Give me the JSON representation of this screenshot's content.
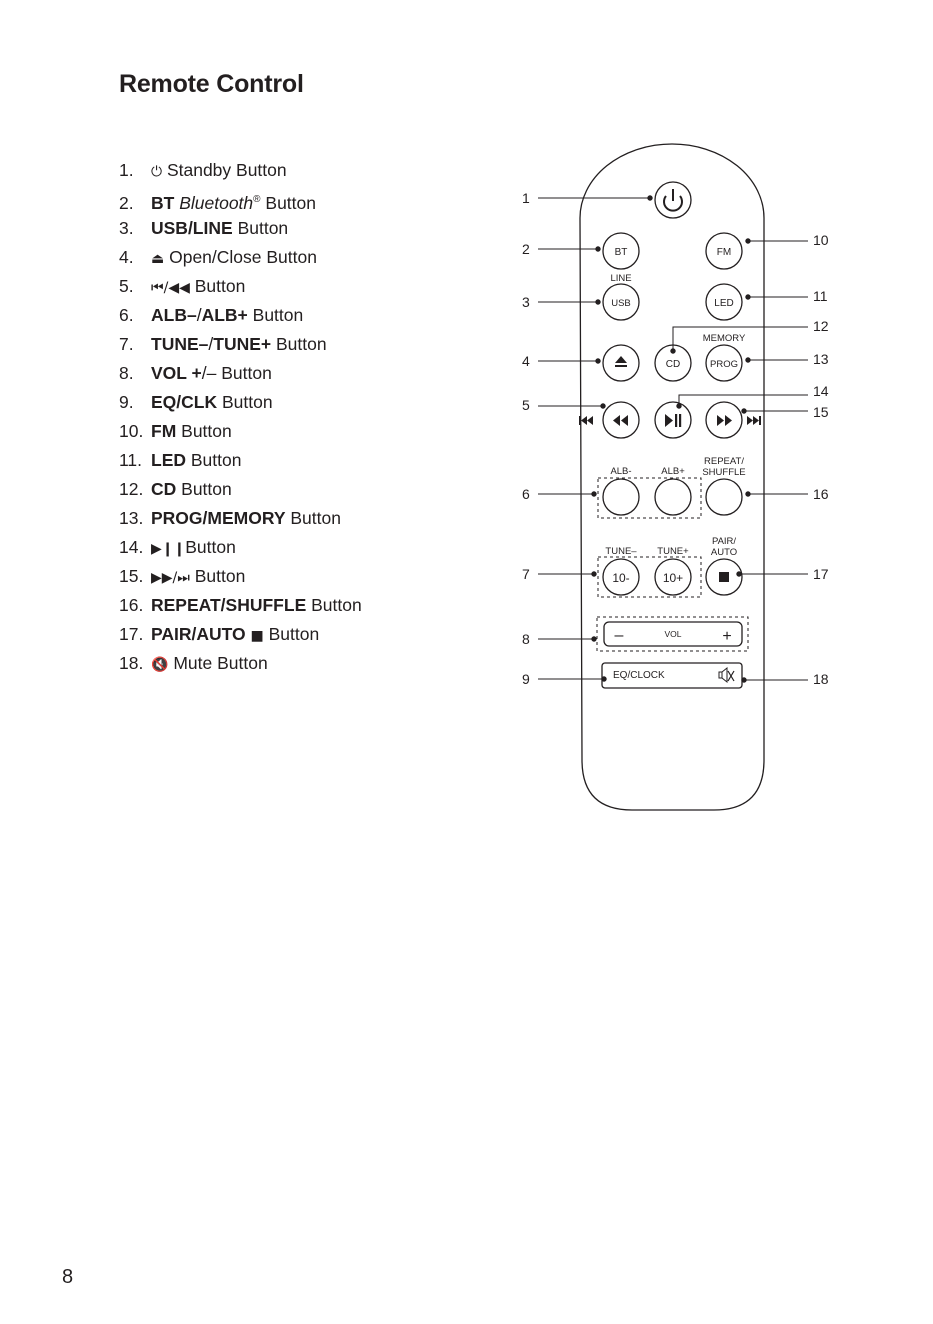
{
  "page": {
    "title": "Remote Control",
    "page_number": "8"
  },
  "legend": [
    {
      "num": "1.",
      "icon": "power-icon",
      "bold": "",
      "italic": "",
      "text": "Standby Button"
    },
    {
      "num": "2.",
      "icon": "",
      "bold": "BT",
      "italic": "Bluetooth",
      "sup": "®",
      "text": "Button"
    },
    {
      "num": "3.",
      "icon": "",
      "bold": "USB/LINE",
      "text": "Button"
    },
    {
      "num": "4.",
      "icon": "eject-icon",
      "bold": "",
      "text": "Open/Close Button"
    },
    {
      "num": "5.",
      "icon": "skip-back-rewind-icon",
      "bold": "",
      "text": "Button"
    },
    {
      "num": "6.",
      "icon": "",
      "bold_a": "ALB–",
      "sep": "/",
      "bold_b": "ALB+",
      "text": "Button"
    },
    {
      "num": "7.",
      "icon": "",
      "bold_a": "TUNE–",
      "sep": "/",
      "bold_b": "TUNE+",
      "text": "Button"
    },
    {
      "num": "8.",
      "icon": "",
      "bold": "VOL +",
      "plain": "/– Button"
    },
    {
      "num": "9.",
      "icon": "",
      "bold": "EQ/CLK",
      "text": "Button"
    },
    {
      "num": "10.",
      "icon": "",
      "bold": "FM",
      "text": "Button"
    },
    {
      "num": "11.",
      "icon": "",
      "bold": "LED",
      "text": "Button"
    },
    {
      "num": "12.",
      "icon": "",
      "bold": "CD",
      "text": "Button"
    },
    {
      "num": "13.",
      "icon": "",
      "bold": "PROG/MEMORY",
      "text": "Button"
    },
    {
      "num": "14.",
      "icon": "play-pause-icon",
      "bold": "",
      "text": "Button"
    },
    {
      "num": "15.",
      "icon": "forward-skip-icon",
      "bold": "",
      "text": "Button"
    },
    {
      "num": "16.",
      "icon": "",
      "bold": "REPEAT/SHUFFLE",
      "text": "Button"
    },
    {
      "num": "17.",
      "icon": "stop-icon",
      "bold": "PAIR/AUTO",
      "text": "Button"
    },
    {
      "num": "18.",
      "icon": "mute-icon",
      "bold": "",
      "text": "Mute Button"
    }
  ],
  "remote": {
    "bt": "BT",
    "fm": "FM",
    "line": "LINE",
    "usb": "USB",
    "led": "LED",
    "memory": "MEMORY",
    "cd": "CD",
    "prog": "PROG",
    "alb_minus": "ALB-",
    "alb_plus": "ALB+",
    "repeat": "REPEAT/",
    "shuffle": "SHUFFLE",
    "tune_minus": "TUNE–",
    "tune_plus": "TUNE+",
    "pair": "PAIR/",
    "auto": "AUTO",
    "ten_minus": "10-",
    "ten_plus": "10+",
    "vol": "VOL",
    "vol_minus": "–",
    "vol_plus": "+",
    "eq_clock": "EQ/CLOCK"
  },
  "callouts_left": [
    "1",
    "2",
    "3",
    "4",
    "5",
    "6",
    "7",
    "8",
    "9"
  ],
  "callouts_right": [
    "10",
    "11",
    "12",
    "13",
    "14",
    "15",
    "16",
    "17",
    "18"
  ]
}
